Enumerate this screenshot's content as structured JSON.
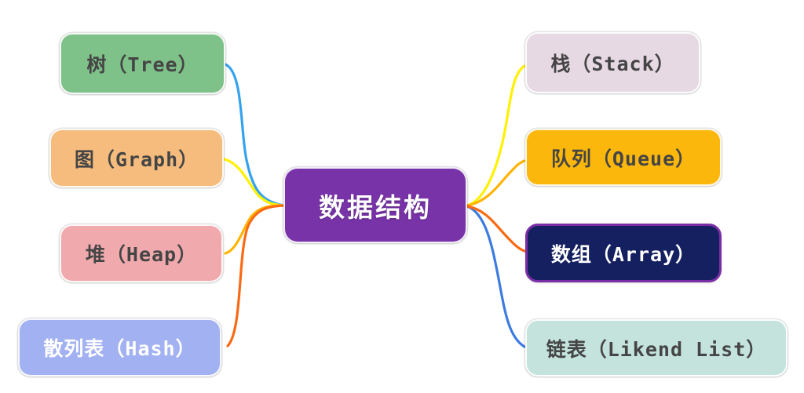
{
  "diagram": {
    "title": "数据结构 mind map",
    "center": {
      "label": "数据结构",
      "bg_color": "#7833A8",
      "text_color": "#ffffff"
    },
    "left_nodes": [
      {
        "id": "tree",
        "label": "树（Tree）",
        "bg_color": "#7EC189",
        "text_color": "#454545",
        "connector_color": "#35A3EC"
      },
      {
        "id": "graph",
        "label": "图（Graph）",
        "bg_color": "#F6BC7D",
        "text_color": "#454545",
        "connector_color": "#FFF100"
      },
      {
        "id": "heap",
        "label": "堆（Heap）",
        "bg_color": "#F0A9AD",
        "text_color": "#454545",
        "connector_color": "#FFB400"
      },
      {
        "id": "hash",
        "label": "散列表（Hash）",
        "bg_color": "#A2B1F1",
        "text_color": "#ffffff",
        "connector_color": "#F96A14"
      }
    ],
    "right_nodes": [
      {
        "id": "stack",
        "label": "栈（Stack）",
        "bg_color": "#E7D9E4",
        "text_color": "#454545",
        "connector_color": "#FFF100"
      },
      {
        "id": "queue",
        "label": "队列（Queue）",
        "bg_color": "#FBB70B",
        "text_color": "#454545",
        "connector_color": "#FFB400"
      },
      {
        "id": "array",
        "label": "数组（Array）",
        "bg_color": "#142060",
        "text_color": "#ffffff",
        "border_color": "#7B2FA6",
        "connector_color": "#F96A14"
      },
      {
        "id": "linked_list",
        "label": "链表（Likend List）",
        "bg_color": "#C3E3DC",
        "text_color": "#454545",
        "connector_color": "#3D7BE0"
      }
    ]
  }
}
